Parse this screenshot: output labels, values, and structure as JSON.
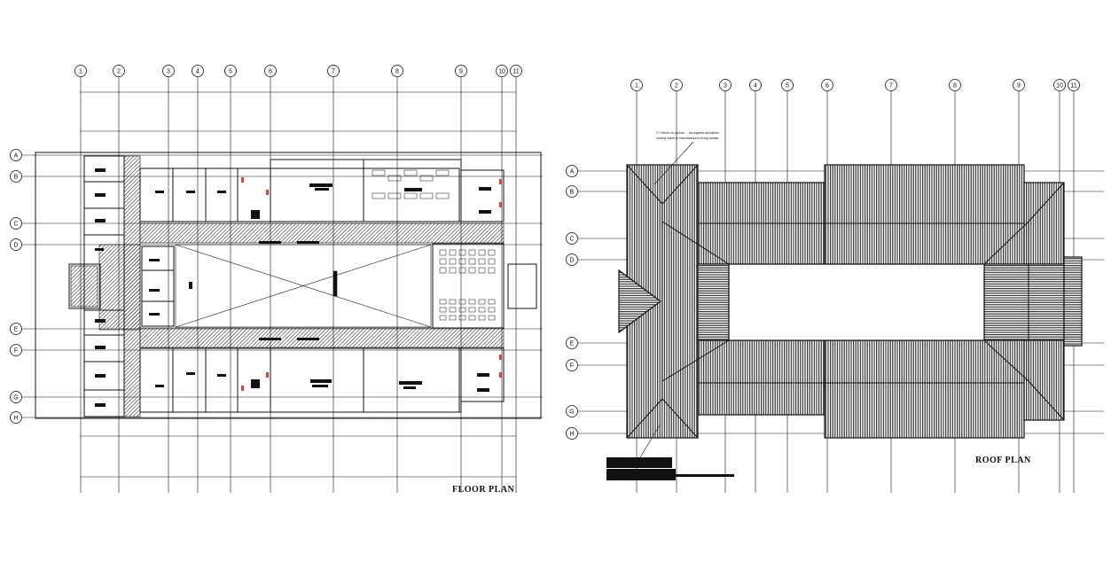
{
  "floor_plan": {
    "title": "FLOOR PLAN",
    "grid_columns": [
      "1",
      "2",
      "3",
      "4",
      "5",
      "6",
      "7",
      "8",
      "9",
      "10",
      "11"
    ],
    "grid_rows": [
      "A",
      "B",
      "C",
      "D",
      "E",
      "F",
      "G",
      "H"
    ]
  },
  "roof_plan": {
    "title": "ROOF PLAN",
    "grid_columns": [
      "1",
      "2",
      "3",
      "4",
      "5",
      "6",
      "7",
      "8",
      "9",
      "10",
      "11"
    ],
    "grid_rows": [
      "A",
      "B",
      "C",
      "D",
      "E",
      "F",
      "G",
      "H"
    ],
    "note_line_1": "G.I.Sheet on purlins ... corrugated aluminium",
    "note_line_2": "roofing sheet to manufacturer's fixing details"
  },
  "colors": {
    "line": "#111111",
    "fill_dark": "#2b2b2b",
    "accent": "#d9423a"
  }
}
